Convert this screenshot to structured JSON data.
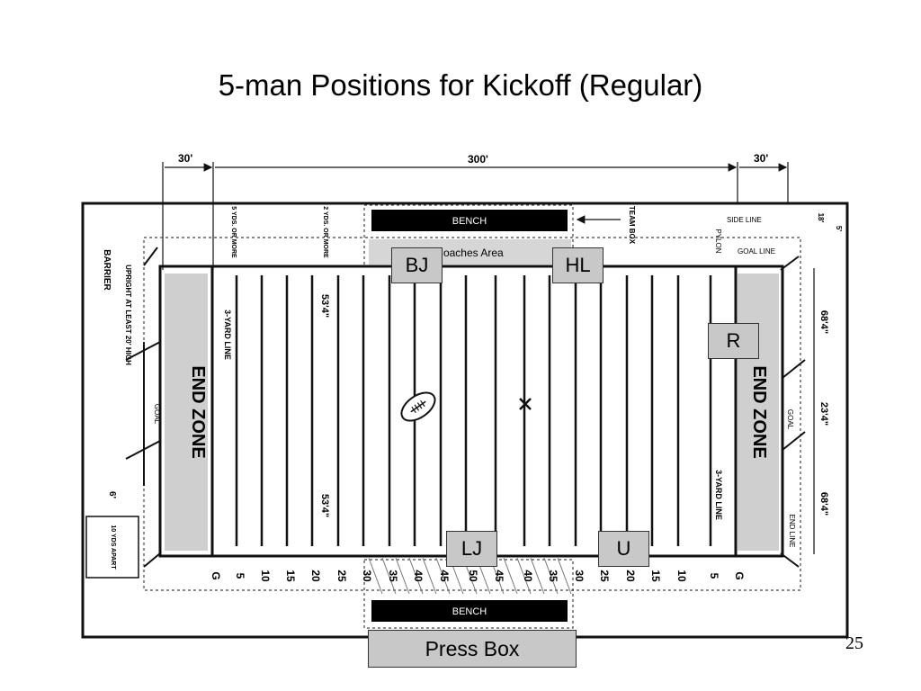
{
  "title": "5-man Positions for Kickoff (Regular)",
  "dimensions": {
    "endzone_left": "30'",
    "field_length": "300'",
    "endzone_right": "30'",
    "width_top": "53'4\"",
    "width_bottom": "53'4\"",
    "right_upper": "68'4\"",
    "right_mid": "23'4\"",
    "right_lower": "68'4\"",
    "small_right_top": "18'",
    "small_right_side": "5'",
    "bottom_left": "6'",
    "bottom_box": "10 YDS APART"
  },
  "labels": {
    "bench_top": "BENCH",
    "bench_bottom": "BENCH",
    "coaches_area": "Coaches Area",
    "team_box": "TEAM BOX",
    "side_line": "SIDE LINE",
    "pylon": "PYLON",
    "goal_line": "GOAL LINE",
    "end_zone_left": "END ZONE",
    "end_zone_right": "END ZONE",
    "yard3_left": "3-YARD LINE",
    "yard3_right": "3-YARD LINE",
    "goal_left": "GOAL",
    "goal_right": "GOAL",
    "end_line": "END LINE",
    "barrier": "BARRIER",
    "upright": "UPRIGHT AT LEAST 20' HIGH",
    "five_yds": "5 YDS. OR MORE",
    "two_yds": "2 YDS. OR MORE"
  },
  "yard_numbers": [
    "G",
    "5",
    "10",
    "15",
    "20",
    "25",
    "30",
    "35",
    "40",
    "45",
    "50",
    "45",
    "40",
    "35",
    "30",
    "25",
    "20",
    "15",
    "10",
    "5",
    "G"
  ],
  "officials": {
    "bj": "BJ",
    "hl": "HL",
    "r": "R",
    "lj": "LJ",
    "u": "U"
  },
  "press_box": "Press Box",
  "page_number": "25",
  "colors": {
    "label_fill": "#c8c8c8",
    "line": "#111111",
    "bench": "#000000"
  }
}
